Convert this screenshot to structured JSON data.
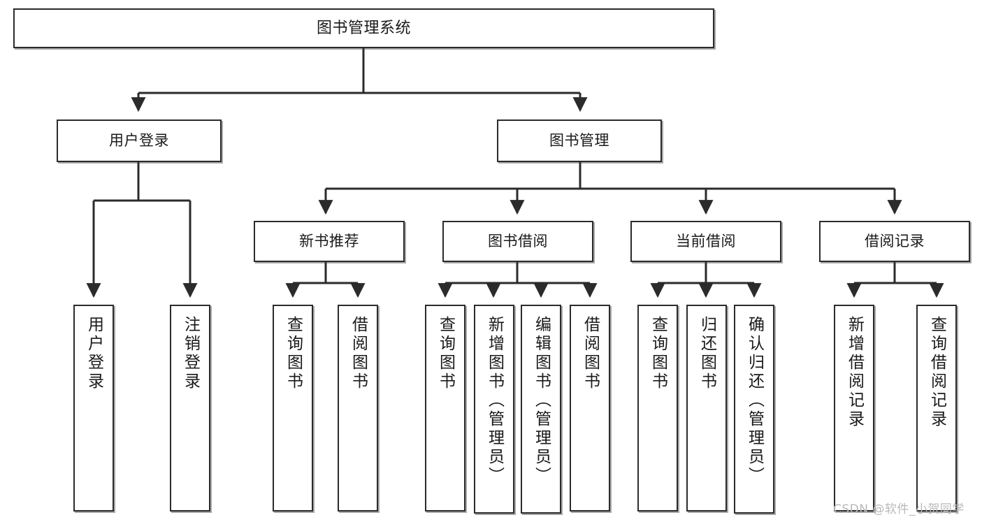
{
  "diagram": {
    "title": "图书管理系统",
    "type": "hierarchy-tree",
    "levels": 4,
    "colors": {
      "box_border": "#2b2b2b",
      "box_fill": "#ffffff",
      "line": "#2b2b2b",
      "watermark": "#b9b9b9",
      "background": "#ffffff"
    },
    "root": {
      "label": "图书管理系统"
    },
    "level2": [
      {
        "label": "用户登录"
      },
      {
        "label": "图书管理"
      }
    ],
    "level3": [
      {
        "label": "新书推荐"
      },
      {
        "label": "图书借阅"
      },
      {
        "label": "当前借阅"
      },
      {
        "label": "借阅记录"
      }
    ],
    "leaves": [
      {
        "label": "用户登录",
        "parent": "用户登录"
      },
      {
        "label": "注销登录",
        "parent": "用户登录"
      },
      {
        "label": "查询图书",
        "parent": "新书推荐"
      },
      {
        "label": "借阅图书",
        "parent": "新书推荐"
      },
      {
        "label": "查询图书",
        "parent": "图书借阅"
      },
      {
        "label": "新增图书（管理员）",
        "parent": "图书借阅"
      },
      {
        "label": "编辑图书（管理员）",
        "parent": "图书借阅"
      },
      {
        "label": "借阅图书",
        "parent": "图书借阅"
      },
      {
        "label": "查询图书",
        "parent": "当前借阅"
      },
      {
        "label": "归还图书",
        "parent": "当前借阅"
      },
      {
        "label": "确认归还（管理员）",
        "parent": "当前借阅"
      },
      {
        "label": "新增借阅记录",
        "parent": "借阅记录"
      },
      {
        "label": "查询借阅记录",
        "parent": "借阅记录"
      }
    ]
  },
  "watermark": {
    "text": "CSDN @软件_小贺同学"
  }
}
